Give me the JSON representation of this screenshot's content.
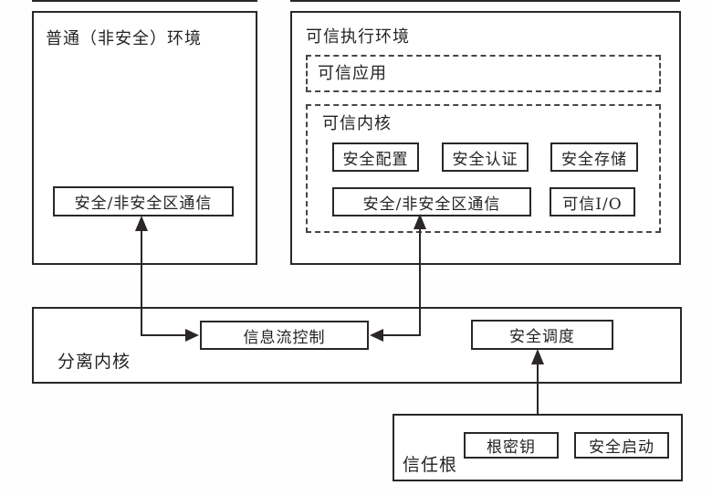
{
  "diagram": {
    "colors": {
      "line": "#2b2627",
      "background": "#fefefe"
    },
    "normal_env": {
      "title": "普通（非安全）环境",
      "comm_box": "安全/非安全区通信"
    },
    "tee": {
      "title": "可信执行环境",
      "trusted_app": {
        "title": "可信应用"
      },
      "trusted_kernel": {
        "title": "可信内核",
        "config_box": "安全配置",
        "auth_box": "安全认证",
        "storage_box": "安全存储",
        "comm_box": "安全/非安全区通信",
        "io_box": "可信I/O"
      }
    },
    "separation_kernel": {
      "title": "分离内核",
      "info_flow_box": "信息流控制",
      "scheduler_box": "安全调度"
    },
    "root_of_trust": {
      "title": "信任根",
      "root_key_box": "根密钥",
      "secure_boot_box": "安全启动"
    }
  }
}
